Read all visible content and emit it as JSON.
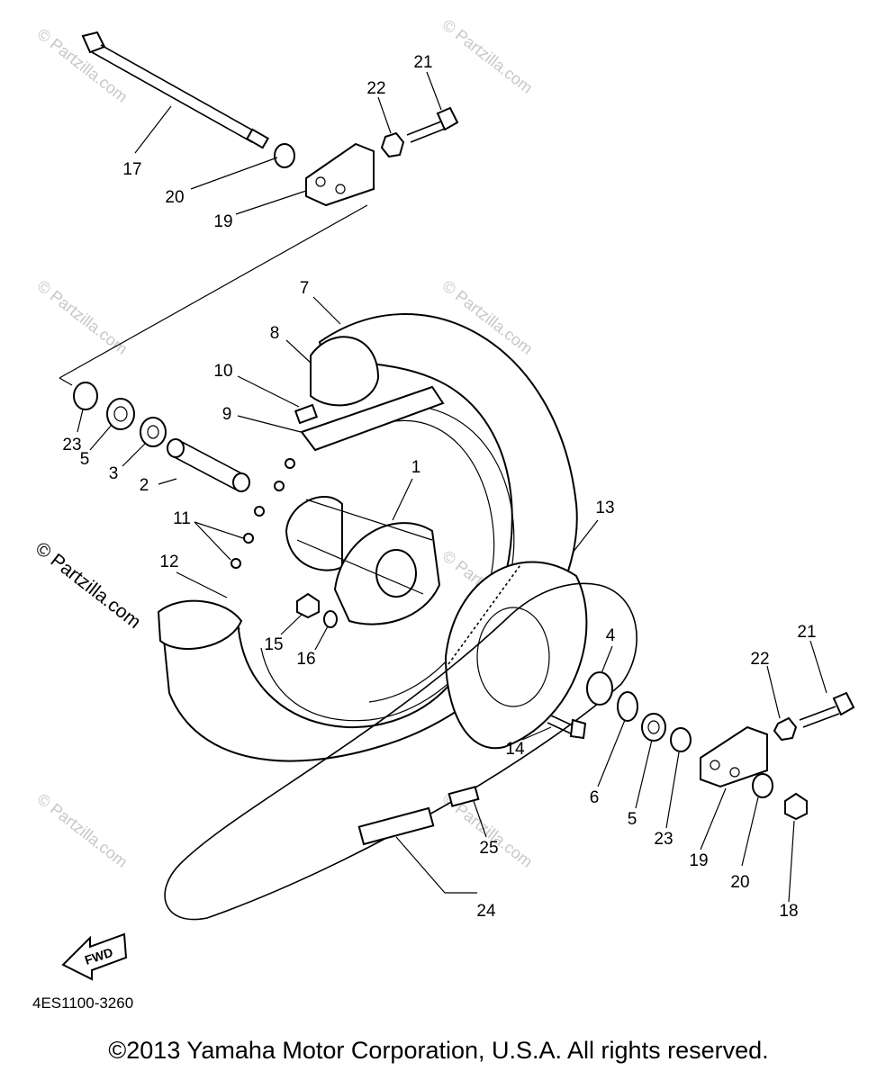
{
  "diagram": {
    "watermark": "© Partzilla.com",
    "drawing_code": "4ES1100-3260",
    "direction_arrow": "FWD",
    "callouts": {
      "c1": "1",
      "c2": "2",
      "c3": "3",
      "c4": "4",
      "c5a": "5",
      "c5b": "5",
      "c6": "6",
      "c7": "7",
      "c8": "8",
      "c9": "9",
      "c10": "10",
      "c11": "11",
      "c12": "12",
      "c13": "13",
      "c14": "14",
      "c15": "15",
      "c16": "16",
      "c17": "17",
      "c18": "18",
      "c19a": "19",
      "c19b": "19",
      "c20a": "20",
      "c20b": "20",
      "c21a": "21",
      "c21b": "21",
      "c22a": "22",
      "c22b": "22",
      "c23a": "23",
      "c23b": "23",
      "c24": "24",
      "c25": "25"
    }
  },
  "footer": {
    "copyright": "©2013  Yamaha Motor Corporation, U.S.A. All rights reserved."
  }
}
